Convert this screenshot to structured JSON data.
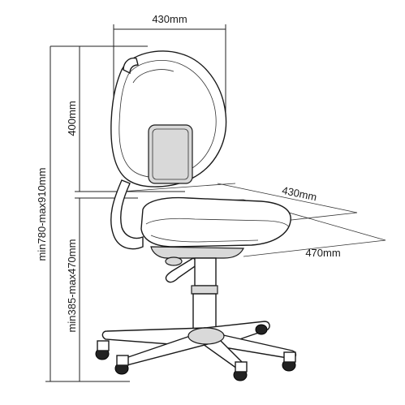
{
  "dimensions": {
    "backrest_width": "430mm",
    "backrest_height": "400mm",
    "seat_width": "430mm",
    "seat_depth": "470mm",
    "total_height": "min780-max910mm",
    "seat_height": "min385-max470mm"
  }
}
